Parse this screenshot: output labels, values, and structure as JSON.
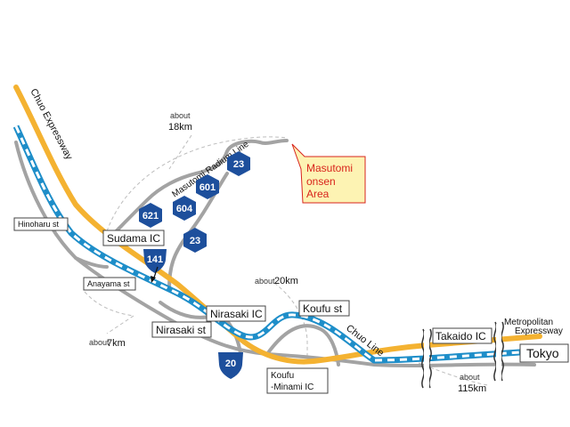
{
  "map": {
    "routes": {
      "expressway": "Chuo Expressway",
      "radium_line": "Masutomi Radium Line",
      "chuo_line": "Chuo Line",
      "metropolitan_line1": "Metropolitan",
      "metropolitan_line2": "Expressway"
    },
    "stations": {
      "hinoharu": "Hinoharu st",
      "anayama": "Anayama st",
      "nirasaki_st": "Nirasaki st",
      "koufu_st": "Koufu st",
      "tokyo": "Tokyo"
    },
    "interchanges": {
      "sudama": "Sudama IC",
      "nirasaki_ic": "Nirasaki IC",
      "koufu_minami_1": "Koufu",
      "koufu_minami_2": "-Minami IC",
      "takaido": "Takaido IC"
    },
    "shields": [
      "23",
      "601",
      "604",
      "621",
      "23",
      "141",
      "20"
    ],
    "distances": {
      "d18_about": "about",
      "d18_km": "18km",
      "d7_about": "about",
      "d7_km": "7km",
      "d20_about": "about",
      "d20_km": "20km",
      "d115_about": "about",
      "d115_km": "115km"
    },
    "callout": {
      "line1": "Masutomi",
      "line2": "onsen",
      "line3": "Area"
    },
    "colors": {
      "expressway": "#f4b231",
      "railway_blue": "#1e8ec9",
      "road_gray": "#a3a3a3",
      "shield_blue": "#1d4f9c",
      "callout_fill": "#fdf3b3",
      "callout_text": "#d8241c"
    }
  }
}
